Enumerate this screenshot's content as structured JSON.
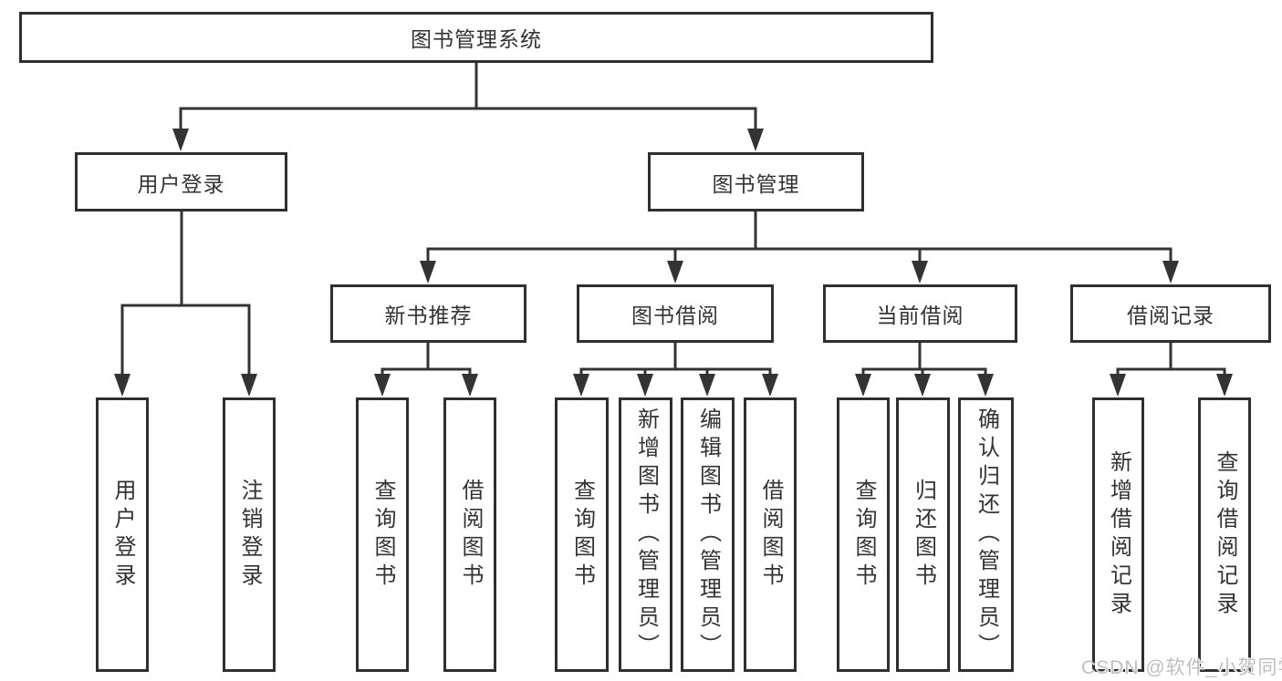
{
  "nodes": {
    "root": {
      "label": "图书管理系统"
    },
    "login": {
      "label": "用户登录"
    },
    "mgmt": {
      "label": "图书管理"
    },
    "rec": {
      "label": "新书推荐"
    },
    "borrow": {
      "label": "图书借阅"
    },
    "current": {
      "label": "当前借阅"
    },
    "records": {
      "label": "借阅记录"
    },
    "login_user": {
      "label": "用户登录"
    },
    "login_logout": {
      "label": "注销登录"
    },
    "rec_query": {
      "label": "查询图书"
    },
    "rec_borrow": {
      "label": "借阅图书"
    },
    "borrow_query": {
      "label": "查询图书"
    },
    "borrow_add": {
      "label": "新增图书（管理员）"
    },
    "borrow_edit": {
      "label": "编辑图书（管理员）"
    },
    "borrow_lend": {
      "label": "借阅图书"
    },
    "current_query": {
      "label": "查询图书"
    },
    "current_return": {
      "label": "归还图书"
    },
    "current_confirm": {
      "label": "确认归还（管理员）"
    },
    "records_add": {
      "label": "新增借阅记录"
    },
    "records_query": {
      "label": "查询借阅记录"
    }
  },
  "edges": [
    [
      "root",
      "login"
    ],
    [
      "root",
      "mgmt"
    ],
    [
      "login",
      "login_user"
    ],
    [
      "login",
      "login_logout"
    ],
    [
      "mgmt",
      "rec"
    ],
    [
      "mgmt",
      "borrow"
    ],
    [
      "mgmt",
      "current"
    ],
    [
      "mgmt",
      "records"
    ],
    [
      "rec",
      "rec_query"
    ],
    [
      "rec",
      "rec_borrow"
    ],
    [
      "borrow",
      "borrow_query"
    ],
    [
      "borrow",
      "borrow_add"
    ],
    [
      "borrow",
      "borrow_edit"
    ],
    [
      "borrow",
      "borrow_lend"
    ],
    [
      "current",
      "current_query"
    ],
    [
      "current",
      "current_return"
    ],
    [
      "current",
      "current_confirm"
    ],
    [
      "records",
      "records_add"
    ],
    [
      "records",
      "records_query"
    ]
  ],
  "watermark": {
    "text": "CSDN @软件_小贺同学"
  },
  "colors": {
    "line": "#333333",
    "border": "#2f2f2f",
    "text": "#333333",
    "watermark": "#bfbfbf",
    "background": "#ffffff"
  }
}
